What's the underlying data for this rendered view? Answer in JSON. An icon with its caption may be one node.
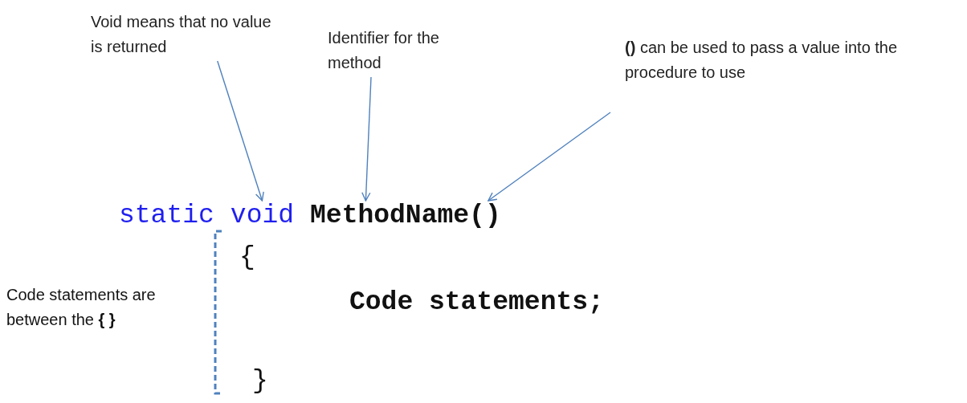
{
  "diagram": {
    "nodes": [
      {
        "text": [
          "Void means that no value is returned"
        ]
      },
      {
        "text": [
          "Identifier for the method"
        ]
      },
      {
        "text": [
          "**()** can be used to pass a value into the procedure to use"
        ]
      },
      {
        "text": [
          "static"
        ]
      },
      {
        "text": [
          "void"
        ]
      },
      {
        "text": [
          "MethodName"
        ]
      },
      {
        "text": [
          "()"
        ]
      }
    ],
    "edges": [
      {
        "from": 0,
        "to": 4,
        "arrow": "to"
      },
      {
        "from": 1,
        "to": 5,
        "arrow": "to"
      },
      {
        "from": 2,
        "to": 6,
        "arrow": "to"
      }
    ],
    "labels": [
      "{",
      "Code statements;",
      "}",
      "Code statements are between the **{ }**"
    ]
  }
}
